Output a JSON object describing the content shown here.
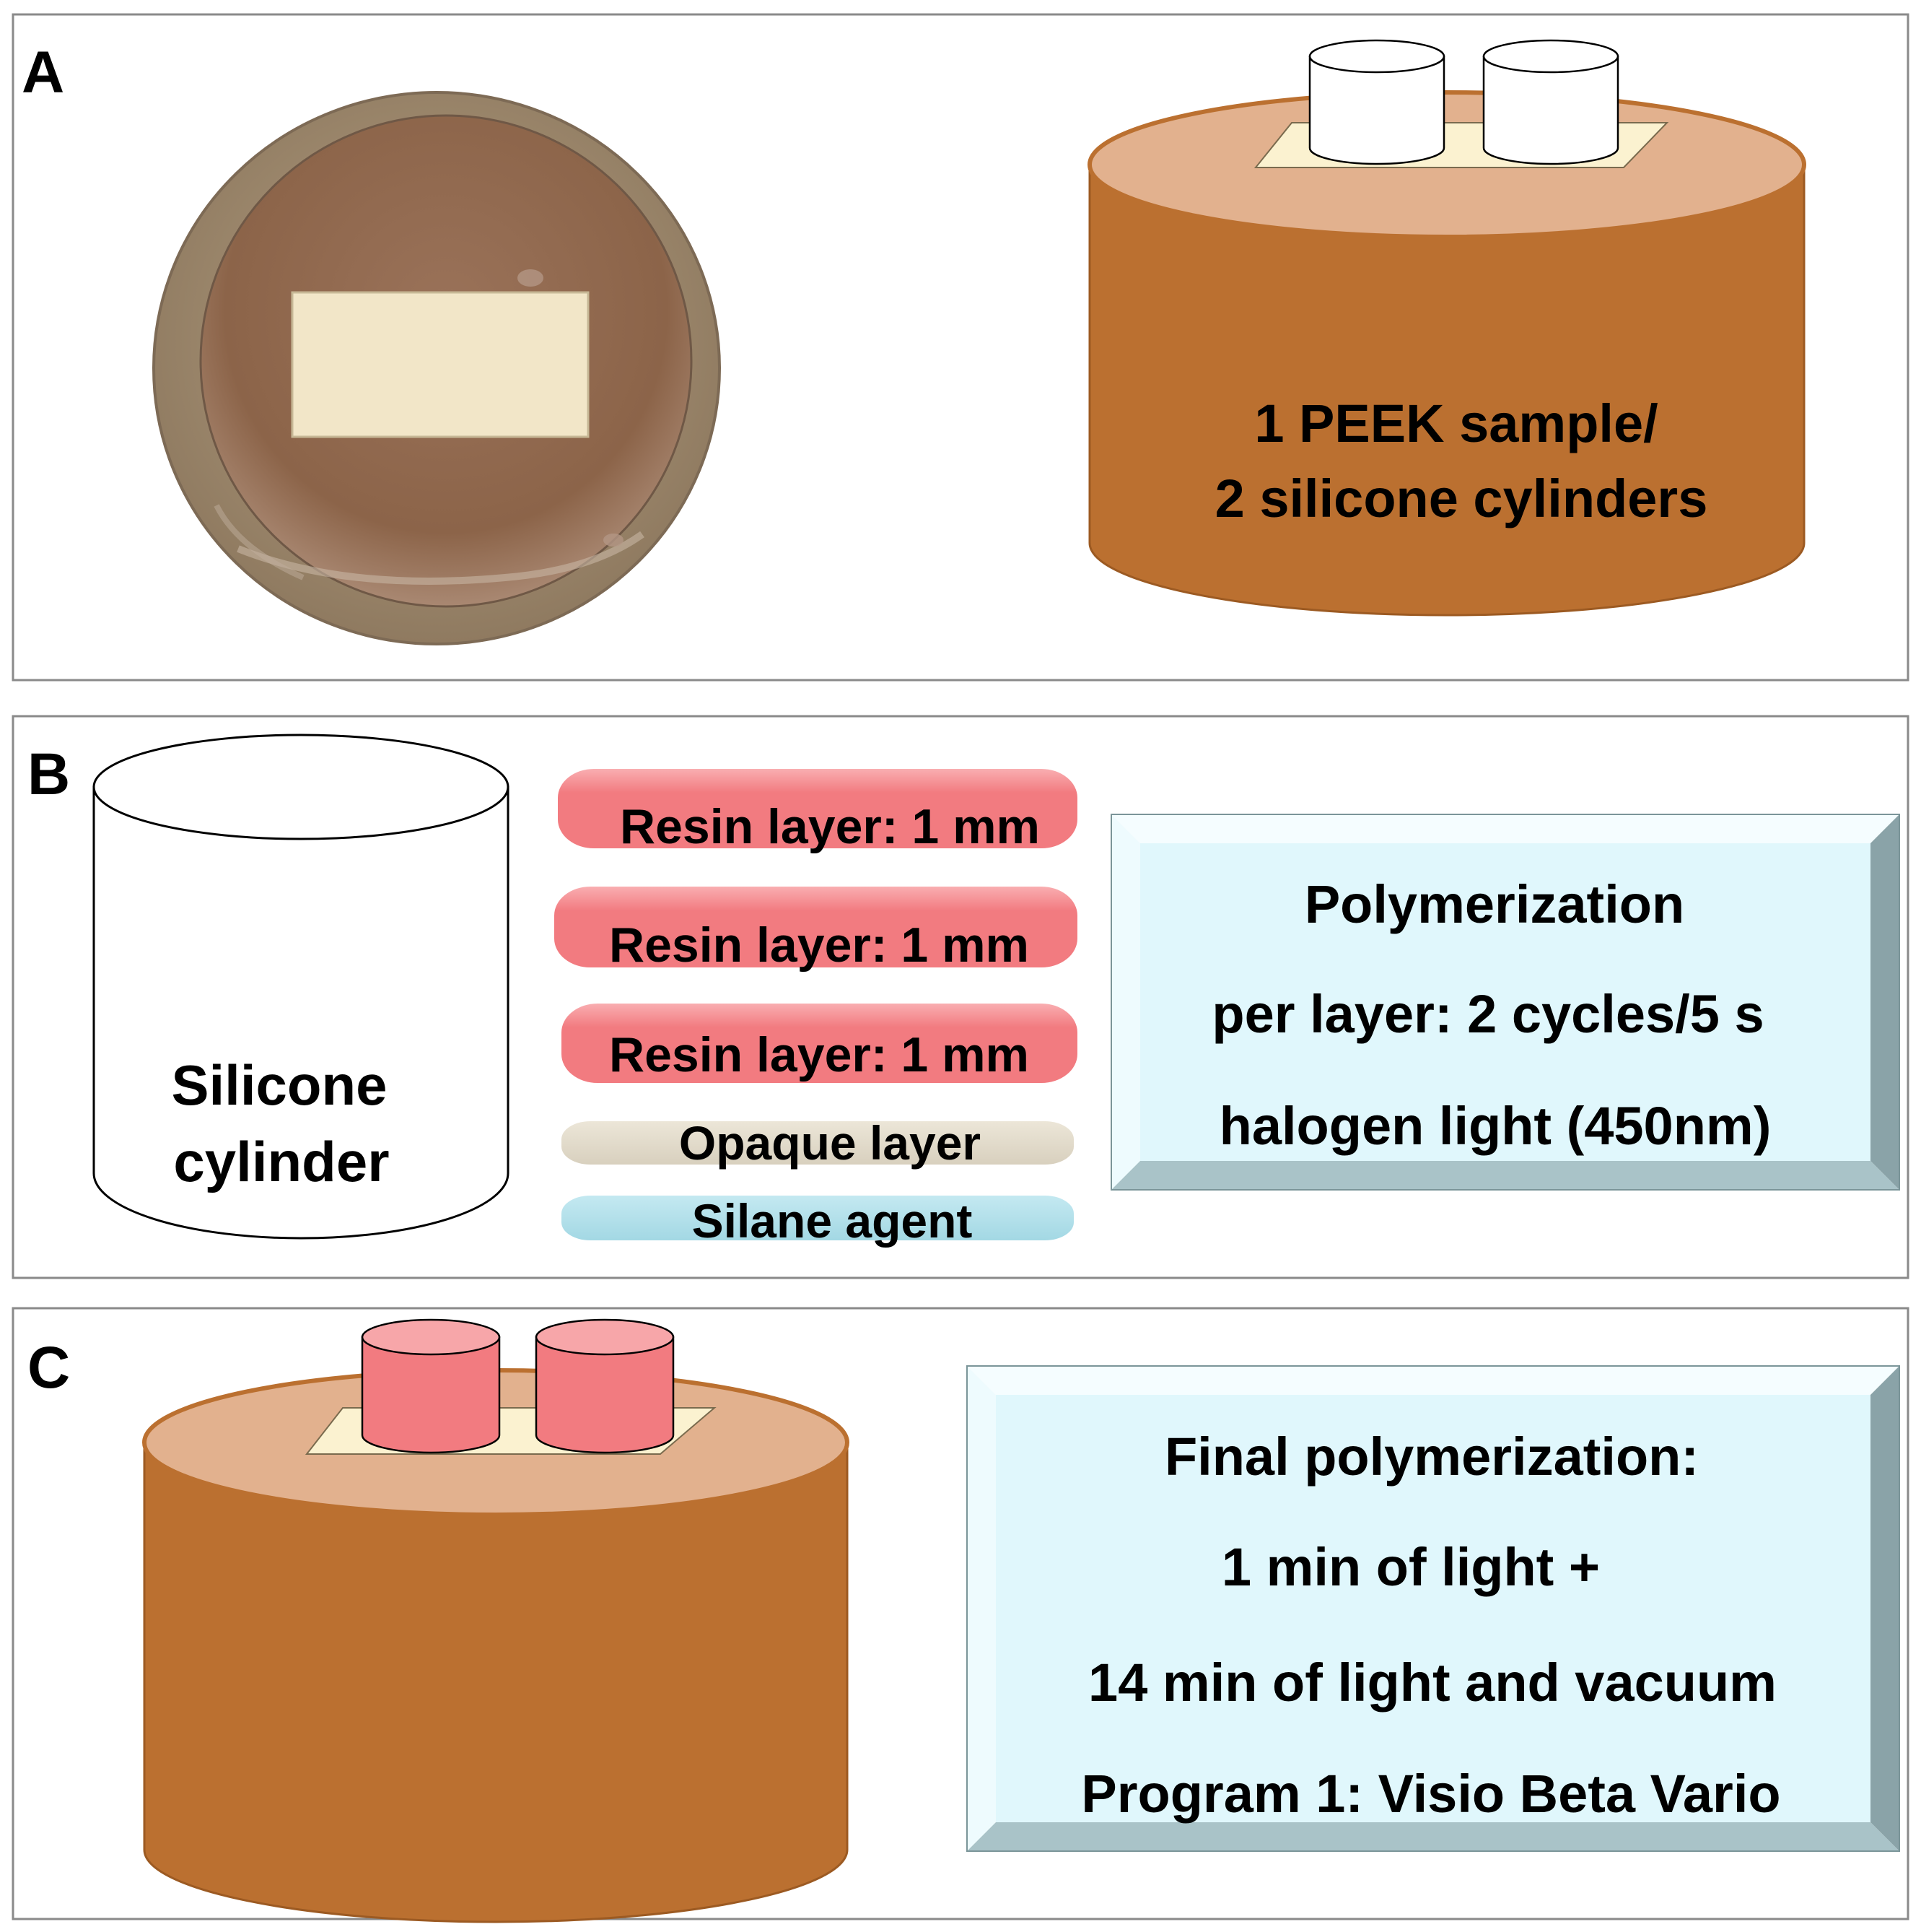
{
  "panels": {
    "a": {
      "letter": "A",
      "caption_line1": "1 PEEK sample/",
      "caption_line2": "2 silicone cylinders"
    },
    "b": {
      "letter": "B",
      "cylinder_line1": "Silicone",
      "cylinder_line2": "cylinder",
      "layers": [
        {
          "label": "Resin layer: 1 mm",
          "color": "#f27b80"
        },
        {
          "label": "Resin layer: 1 mm",
          "color": "#f27b80"
        },
        {
          "label": "Resin layer: 1 mm",
          "color": "#f27b80"
        },
        {
          "label": "Opaque layer",
          "color": "#ddd6c6"
        },
        {
          "label": "Silane agent",
          "color": "#a8dbe6"
        }
      ],
      "box_line1": "Polymerization",
      "box_line2": "per layer: 2 cycles/5 s",
      "box_line3": "halogen  light (450nm)"
    },
    "c": {
      "letter": "C",
      "box_line1": "Final polymerization:",
      "box_line2": "1 min of light  +",
      "box_line3": "14 min of light and vacuum",
      "box_line4": "Program 1: Visio Beta Vario"
    }
  },
  "colors": {
    "mold_body": "#bb7030",
    "mold_top": "#e2b18e",
    "peek_sample": "#fbf2d0",
    "resin_cylinder": "#f27b80",
    "info_box": "#e0f7fc"
  }
}
